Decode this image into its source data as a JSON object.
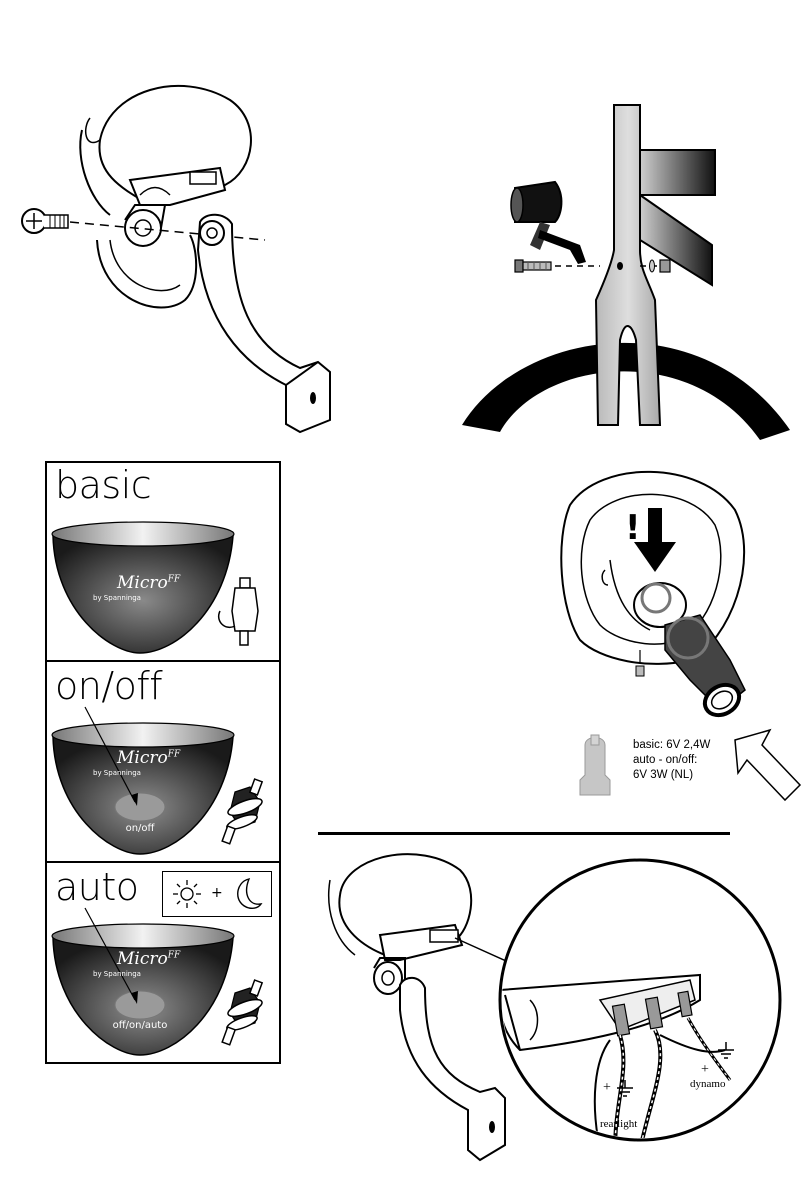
{
  "panels": [
    {
      "title": "basic",
      "mode_label": "",
      "brand": "Micro",
      "brand_sup": "FF",
      "brand_sub": "by Spanninga"
    },
    {
      "title": "on/off",
      "mode_label": "on/off",
      "brand": "Micro",
      "brand_sup": "FF",
      "brand_sub": "by Spanninga"
    },
    {
      "title": "auto",
      "mode_label": "off/on/auto",
      "brand": "Micro",
      "brand_sup": "FF",
      "brand_sub": "by Spanninga"
    }
  ],
  "auto_symbol_plus": "+",
  "bulb_spec": {
    "line1": "basic: 6V 2,4W",
    "line2": "auto - on/off:",
    "line3": "6V 3W (NL)"
  },
  "warning_mark": "!",
  "wiring": {
    "rearlight": "rearlight",
    "dynamo": "dynamo",
    "plus_rear": "+",
    "plus_dynamo": "+"
  }
}
